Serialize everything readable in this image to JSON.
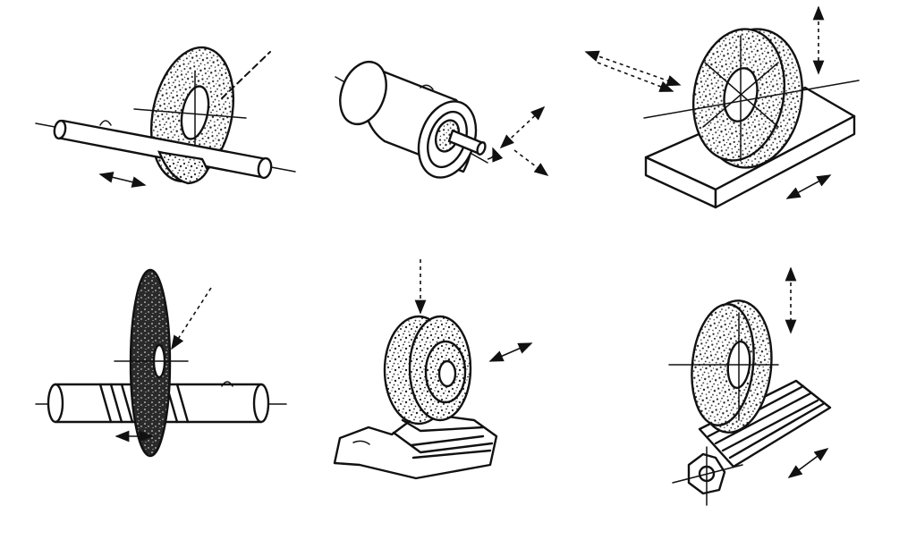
{
  "figure": {
    "panels": [
      {
        "id": "cylindrical-external-grinding"
      },
      {
        "id": "cylindrical-internal-grinding"
      },
      {
        "id": "surface-grinding"
      },
      {
        "id": "thread-grinding"
      },
      {
        "id": "gear-grinding"
      },
      {
        "id": "spline-grinding"
      }
    ],
    "colors": {
      "ink": "#111111",
      "background": "#ffffff"
    }
  }
}
